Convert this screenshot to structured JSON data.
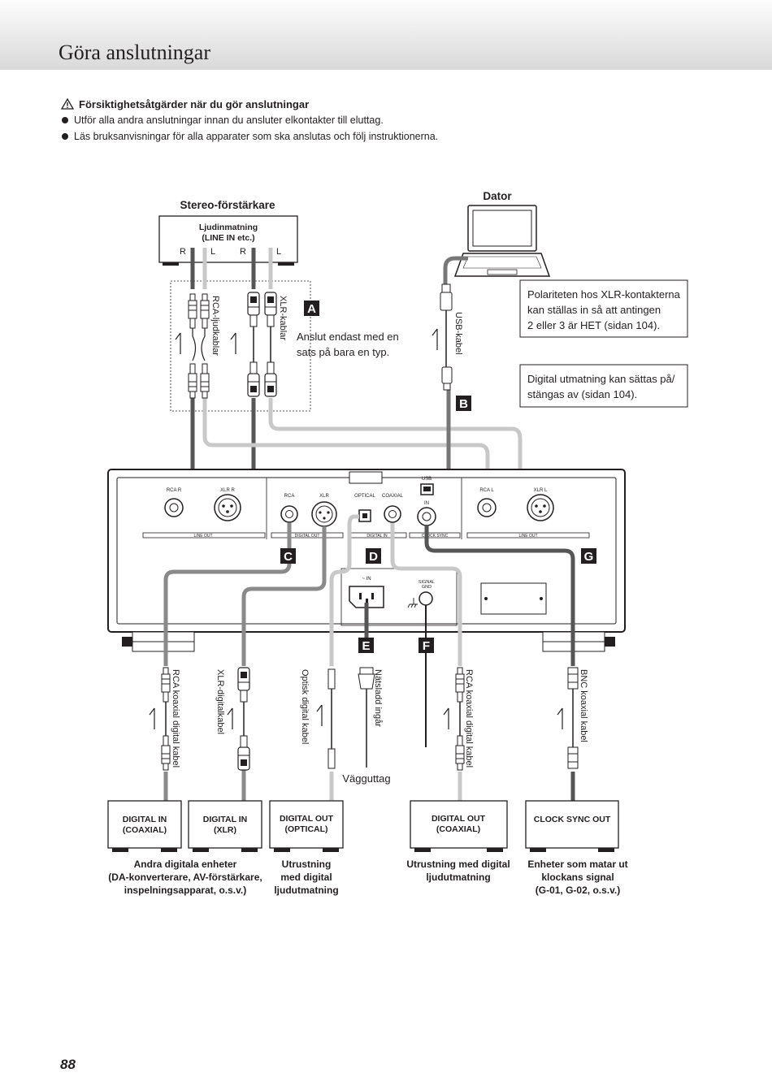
{
  "page": {
    "title": "Göra anslutningar",
    "page_number": "88"
  },
  "caution": {
    "icon": "warning-triangle-icon",
    "title": "Försiktighetsåtgärder när du gör anslutningar",
    "items": [
      "Utför alla andra anslutningar innan du ansluter elkontakter till eluttag.",
      "Läs bruksanvisningar för alla apparater som ska anslutas och följ instruktionerna."
    ]
  },
  "diagram": {
    "amplifier": {
      "heading": "Stereo-förstärkare",
      "input_label_1": "Ljudinmatning",
      "input_label_2": "(LINE IN etc.)",
      "channels": [
        "R",
        "L",
        "R",
        "L"
      ]
    },
    "computer": {
      "heading": "Dator"
    },
    "cables": {
      "rca_audio": "RCA-ljudkablar",
      "xlr_audio": "XLR-kablar",
      "usb": "USB-kabel",
      "rca_coax_1": "RCA koaxial digital kabel",
      "xlr_digital": "XLR-digitalkabel",
      "optical": "Optisk digital kabel",
      "power": "Nätsladd ingår",
      "rca_coax_2": "RCA koaxial digital kabel",
      "bnc": "BNC koaxial kabel"
    },
    "notes": {
      "one_set_1": "Anslut endast med en",
      "one_set_2": "sats på bara en typ.",
      "xlr_polarity_1": "Polariteten hos XLR-kontakterna",
      "xlr_polarity_2": "kan ställas in så att antingen",
      "xlr_polarity_3": "2 eller 3 är HET (sidan 104).",
      "digital_out_1": "Digital utmatning kan sättas på/",
      "digital_out_2": "stängas av (sidan 104)."
    },
    "markers": [
      "A",
      "B",
      "C",
      "D",
      "E",
      "F",
      "G"
    ],
    "panel": {
      "rca_r": "RCA R",
      "xlr_r": "XLR R",
      "rca": "RCA",
      "xlr": "XLR",
      "optical": "OPTICAL",
      "coaxial": "COAXIAL",
      "usb": "USB",
      "in": "IN",
      "rca_l": "RCA L",
      "xlr_l": "XLR L",
      "line_out": "LINE OUT",
      "digital_out": "DIGITAL OUT",
      "digital_in": "DIGITAL IN",
      "clock_sync": "CLOCK SYNC",
      "ac_in": "~ IN",
      "signal_gnd_1": "SIGNAL",
      "signal_gnd_2": "GND"
    },
    "wall_outlet": "Vägguttag",
    "devices": [
      {
        "line1": "DIGITAL IN",
        "line2": "(COAXIAL)"
      },
      {
        "line1": "DIGITAL IN",
        "line2": "(XLR)"
      },
      {
        "line1": "DIGITAL OUT",
        "line2": "(OPTICAL)"
      },
      {
        "line1": "DIGITAL OUT",
        "line2": "(COAXIAL)"
      },
      {
        "line1": "CLOCK SYNC OUT",
        "line2": ""
      }
    ],
    "captions": {
      "other_1": "Andra digitala enheter",
      "other_2": "(DA-konverterare, AV-förstärkare,",
      "other_3": "inspelningsapparat, o.s.v.)",
      "opt_1": "Utrustning",
      "opt_2": "med digital",
      "opt_3": "ljudutmatning",
      "coax_1": "Utrustning med digital",
      "coax_2": "ljudutmatning",
      "clock_1": "Enheter som matar ut",
      "clock_2": "klockans signal",
      "clock_3": "(G-01, G-02, o.s.v.)"
    }
  }
}
